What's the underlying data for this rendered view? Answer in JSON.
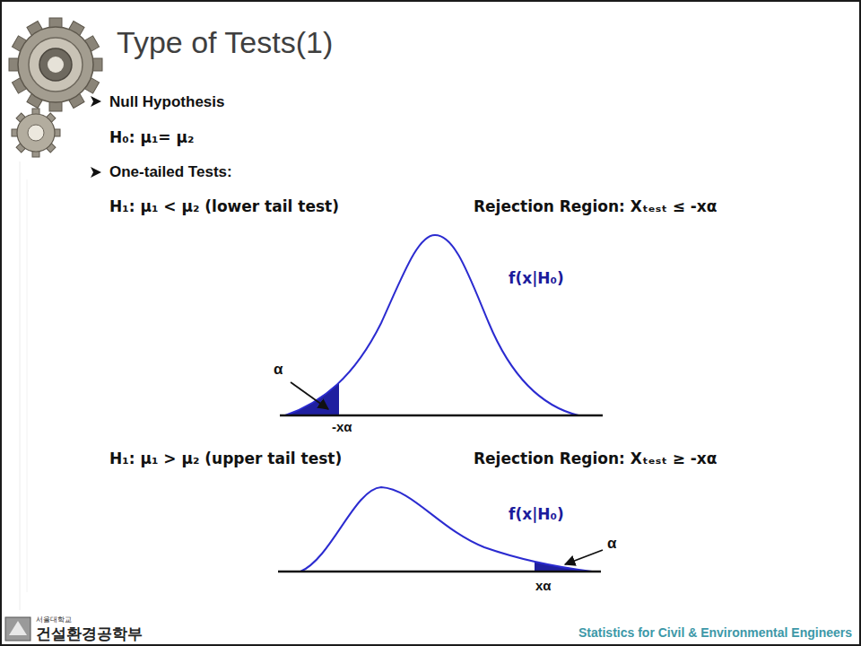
{
  "diagram": {
    "title": "Type of Tests(1)",
    "labels": [
      "Null Hypothesis",
      "H₀: μ₁= μ₂",
      "One-tailed Tests:",
      "H₁: μ₁ < μ₂ (lower tail test)",
      "Rejection Region: Xₜₑₛₜ ≤ -xα",
      "f(x|H₀)",
      "α",
      "-xα",
      "H₁: μ₁ > μ₂ (upper tail test)",
      "Rejection Region: Xₜₑₛₜ ≥ -xα",
      "f(x|H₀)",
      "α",
      "xα",
      "서울대학교",
      "건설환경공학부",
      "Statistics for Civil & Environmental Engineers"
    ]
  }
}
